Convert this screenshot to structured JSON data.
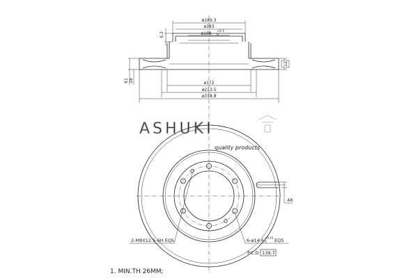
{
  "dimensions": {
    "outer_diameter": "ø318.8",
    "hub_step_top": "ø189.3",
    "hub_top": "ø183",
    "center_bore": "ø108",
    "center_bore_tol": "+0.1",
    "center_bore_tol_low": "0",
    "inner_ring": "ø172",
    "mid_ring": "ø213.5",
    "bottom_outer": "ø318.8",
    "hub_depth": "6.2",
    "height_total": "61",
    "height_body": "28",
    "vent_thickness": "12",
    "slot_width": "48"
  },
  "callouts": {
    "thread_holes": "2-M8X12.5-6H EQS",
    "bolt_holes": "6-ø14.6",
    "bolt_holes_tol": "+0.25",
    "bolt_holes_tol_low": "0",
    "bolt_holes_eqs": "EQS",
    "pcd_label": "P.C.D",
    "pcd_value": "139.7"
  },
  "watermark": {
    "brand": "ASHUKI",
    "subline": "quality products"
  },
  "notes": {
    "line1": "1. MIN.TH 26MM;"
  }
}
